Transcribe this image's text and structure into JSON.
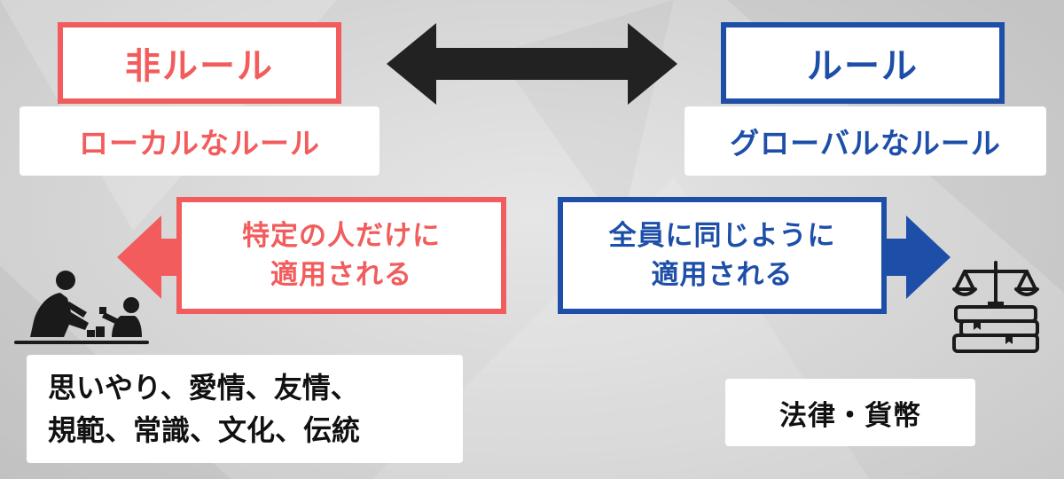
{
  "left": {
    "title": "非ルール",
    "subtitle": "ローカルなルール",
    "scope_lines": [
      "特定の人だけに",
      "適用される"
    ],
    "examples_lines": [
      "思いやり、愛情、友情、",
      "規範、常識、文化、伝統"
    ],
    "icon": "parent-child-playing-icon",
    "accent": "#f25c5c"
  },
  "right": {
    "title": "ルール",
    "subtitle": "グローバルなルール",
    "scope_lines": [
      "全員に同じように",
      "適用される"
    ],
    "examples": "法律・貨幣",
    "icon": "scales-on-books-icon",
    "accent": "#1d4fa8"
  },
  "connector": {
    "icon": "double-arrow-icon",
    "color": "#222222"
  }
}
